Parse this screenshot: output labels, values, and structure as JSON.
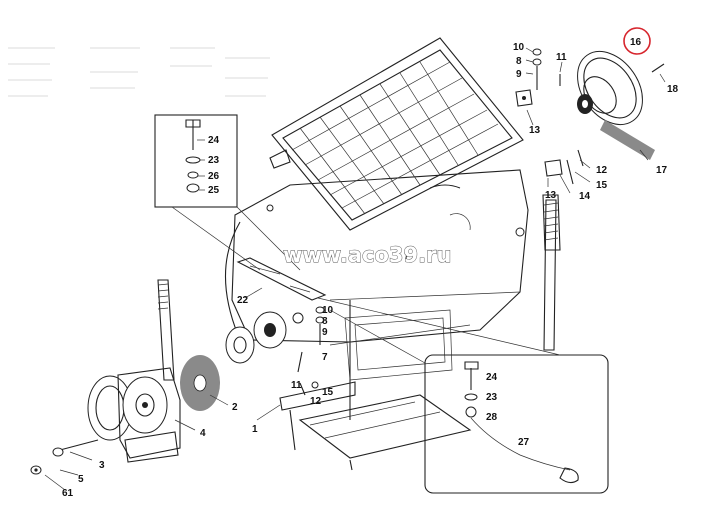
{
  "watermark": "www.aco39.ru",
  "highlight_color": "#d7262e",
  "callouts": {
    "c1": "1",
    "c2": "2",
    "c3": "3",
    "c4": "4",
    "c5": "5",
    "c6": "61",
    "c7": "7",
    "c8": "8",
    "c9": "9",
    "c10": "10",
    "c11": "11",
    "c12": "12",
    "c13": "13",
    "c14": "14",
    "c15": "15",
    "c16": "16",
    "c17": "17",
    "c18": "18",
    "c22": "22",
    "inset_top": {
      "a": "24",
      "b": "23",
      "c": "26",
      "d": "25"
    },
    "inset_bottom": {
      "a": "24",
      "b": "23",
      "c": "28",
      "d": "27"
    },
    "mid": {
      "c10": "10",
      "c8": "8",
      "c9": "9",
      "c7": "7",
      "c11": "11",
      "c12": "12",
      "c15": "15"
    }
  }
}
